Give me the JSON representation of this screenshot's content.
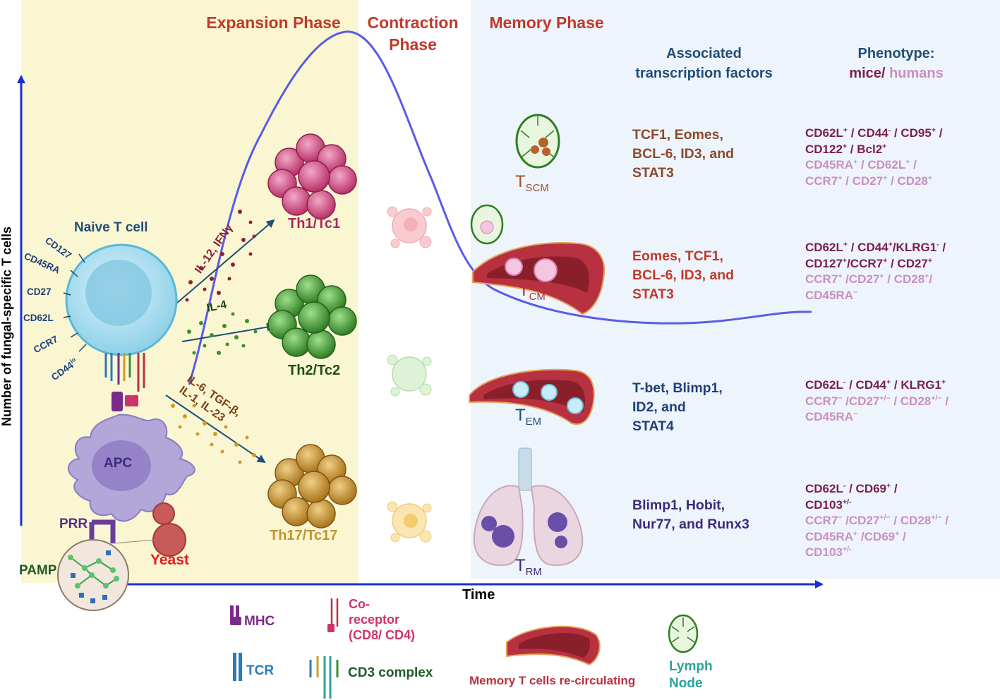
{
  "phases": {
    "expansion": "Expansion Phase",
    "contraction_1": "Contraction",
    "contraction_2": "Phase",
    "memory": "Memory Phase"
  },
  "headers": {
    "tf_1": "Associated",
    "tf_2": "transcription factors",
    "pheno_1": "Phenotype:",
    "pheno_mice": "mice/",
    "pheno_humans": "humans"
  },
  "axes": {
    "y": "Number of fungal-specific T cells",
    "x": "Time"
  },
  "naive": {
    "title": "Naive T cell",
    "markers": [
      "CD127",
      "CD45RA",
      "CD27",
      "CD62L",
      "CCR7",
      "CD44"
    ],
    "cd44_sup": "lo"
  },
  "apc": {
    "label": "APC",
    "prr": "PRR",
    "pamp": "PAMP",
    "yeast": "Yeast"
  },
  "cytokines": {
    "th1": "IL-12, IFNγ",
    "th2": "IL-4",
    "th17_1": "IL-6, TGF-β,",
    "th17_2": "IL-1, IL-23"
  },
  "effectors": {
    "th1": "Th1/Tc1",
    "th2": "Th2/Tc2",
    "th17": "Th17/Tc17"
  },
  "memory_cells": {
    "scm_main": "T",
    "scm_sub": "SCM",
    "cm_main": "T",
    "cm_sub": "CM",
    "em_main": "T",
    "em_sub": "EM",
    "rm_main": "T",
    "rm_sub": "RM"
  },
  "transcription_factors": {
    "scm": [
      "TCF1, Eomes,",
      "BCL-6, ID3, and",
      "STAT3"
    ],
    "cm": [
      "Eomes, TCF1,",
      "BCL-6, ID3, and",
      "STAT3"
    ],
    "em": [
      "T-bet, Blimp1,",
      "ID2, and",
      "STAT4"
    ],
    "rm": [
      "Blimp1, Hobit,",
      "Nur77, and Runx3"
    ]
  },
  "phenotypes": {
    "scm": {
      "m1": [
        "CD62L",
        "+",
        " / CD44",
        "-",
        " / CD95",
        "+",
        " /"
      ],
      "m2": [
        "CD122",
        "+",
        " / Bcl2",
        "+"
      ],
      "h1": [
        "CD45RA",
        "+",
        " / CD62L",
        "+",
        " /"
      ],
      "h2": [
        "CCR7",
        "+",
        " / CD27",
        "+",
        " / CD28",
        "+"
      ]
    },
    "cm": {
      "m1": [
        "CD62L",
        "+",
        " / CD44",
        "+",
        "/KLRG1",
        "-",
        " /"
      ],
      "m2": [
        "CD127",
        "+",
        "/CCR7",
        "+",
        " / CD27",
        "+"
      ],
      "h1": [
        "CCR7",
        "+",
        " /CD27",
        "+",
        " / CD28",
        "+",
        "/"
      ],
      "h2": [
        "CD45RA",
        "−"
      ]
    },
    "em": {
      "m1": [
        "CD62L",
        "-",
        " / CD44",
        "+",
        " / KLRG1",
        "+"
      ],
      "h1": [
        "CCR7",
        "−",
        " /CD27",
        "+/−",
        " / CD28",
        "+/−",
        " /"
      ],
      "h2": [
        "CD45RA",
        "−"
      ]
    },
    "rm": {
      "m1": [
        "CD62L",
        "-",
        " / CD69",
        "+",
        " /"
      ],
      "m2": [
        "CD103",
        "+/-"
      ],
      "h1": [
        "CCR7",
        "−",
        " /CD27",
        "+/−",
        " / CD28",
        "+/−",
        " /"
      ],
      "h2": [
        "CD45RA",
        "+",
        " /CD69",
        "+",
        " /"
      ],
      "h3": [
        "CD103",
        "+/-"
      ]
    }
  },
  "legend": {
    "mhc": "MHC",
    "tcr": "TCR",
    "coreceptor": [
      "Co-",
      "receptor",
      "(CD8/ CD4)"
    ],
    "cd3": "CD3 complex",
    "recirc": "Memory T cells re-circulating",
    "lymph_1": "Lymph",
    "lymph_2": "Node"
  },
  "colors": {
    "expansion_bg": "#faf6d2",
    "memory_bg": "#eef4fb",
    "curve": "#5b5be8",
    "axis": "#1a2fd6",
    "phase_title": "#c0392b",
    "header": "#1f4e79",
    "th1": "#c0487a",
    "th2": "#3b8f2e",
    "th17": "#c5922b",
    "mice": "#7b1e4e",
    "humans": "#c98fc0"
  }
}
